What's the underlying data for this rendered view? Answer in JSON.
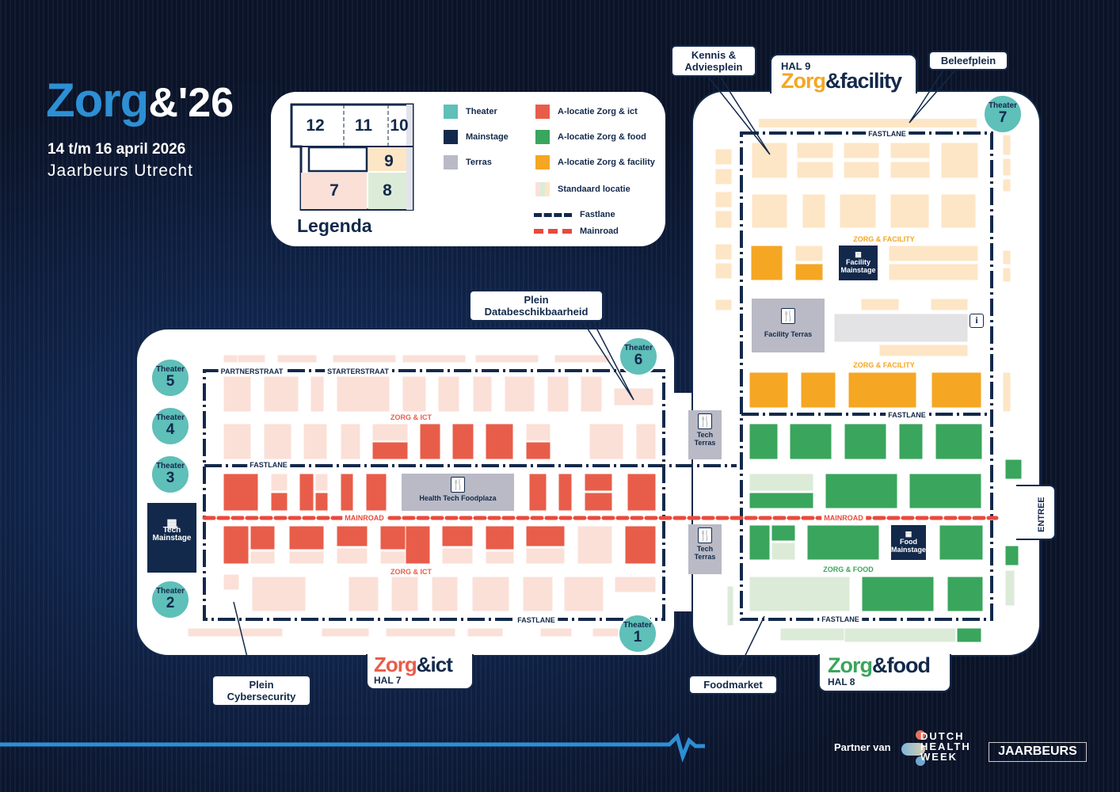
{
  "header": {
    "logo_zorg": "Zorg",
    "logo_amp": "&'26",
    "date": "14 t/m 16 april 2026",
    "venue": "Jaarbeurs Utrecht"
  },
  "legend": {
    "title": "Legenda",
    "halls": [
      "12",
      "11",
      "10",
      "9",
      "7",
      "8"
    ],
    "items": [
      {
        "label": "Theater",
        "color": "#5fbfb9"
      },
      {
        "label": "Mainstage",
        "color": "#13294b"
      },
      {
        "label": "Terras",
        "color": "#b9bac6"
      },
      {
        "label": "A-locatie Zorg & ict",
        "color": "#e85d4a"
      },
      {
        "label": "A-locatie Zorg & food",
        "color": "#3aa55c"
      },
      {
        "label": "A-locatie Zorg & facility",
        "color": "#f5a623"
      },
      {
        "label": "Standaard locatie",
        "color": "#fde6c6"
      }
    ],
    "fastlane": "Fastlane",
    "mainroad": "Mainroad"
  },
  "halls": {
    "hal9": {
      "label": "HAL 9",
      "name_a": "Zorg",
      "name_b": "&facility"
    },
    "hal7": {
      "label": "HAL 7",
      "name_a": "Zorg",
      "name_b": "&ict"
    },
    "hal8": {
      "label": "HAL 8",
      "name_a": "Zorg",
      "name_b": "&food"
    }
  },
  "callouts": {
    "kennis": "Kennis & Adviesplein",
    "beleef": "Beleefplein",
    "data": "Plein Databeschikbaarheid",
    "cyber": "Plein Cybersecurity",
    "food": "Foodmarket"
  },
  "theaters": {
    "label": "Theater",
    "t1": "1",
    "t2": "2",
    "t3": "3",
    "t4": "4",
    "t5": "5",
    "t6": "6",
    "t7": "7"
  },
  "stages": {
    "tech": "Tech Mainstage",
    "facility": "Facility Mainstage",
    "food": "Food Mainstage"
  },
  "terrassen": {
    "foodplaza": "Health Tech Foodplaza",
    "facility": "Facility Terras",
    "tech": "Tech Terras"
  },
  "zones": {
    "ict": "ZORG & ICT",
    "facility": "ZORG & FACILITY",
    "food": "ZORG & FOOD",
    "fastlane": "FASTLANE",
    "mainroad": "MAINROAD",
    "partner": "PARTNERSTRAAT",
    "starter": "STARTERSTRAAT",
    "entree": "ENTREE",
    "info": "i"
  },
  "footer": {
    "partner": "Partner van",
    "dhw": [
      "DUTCH",
      "HEALTH",
      "WEEK"
    ],
    "jaarbeurs": "JAARBEURS"
  },
  "colors": {
    "ict": "#e85d4a",
    "food": "#3aa55c",
    "facility": "#f5a623",
    "standard": "#fde6c6",
    "navy": "#13294b",
    "blue": "#2d8fd4"
  }
}
